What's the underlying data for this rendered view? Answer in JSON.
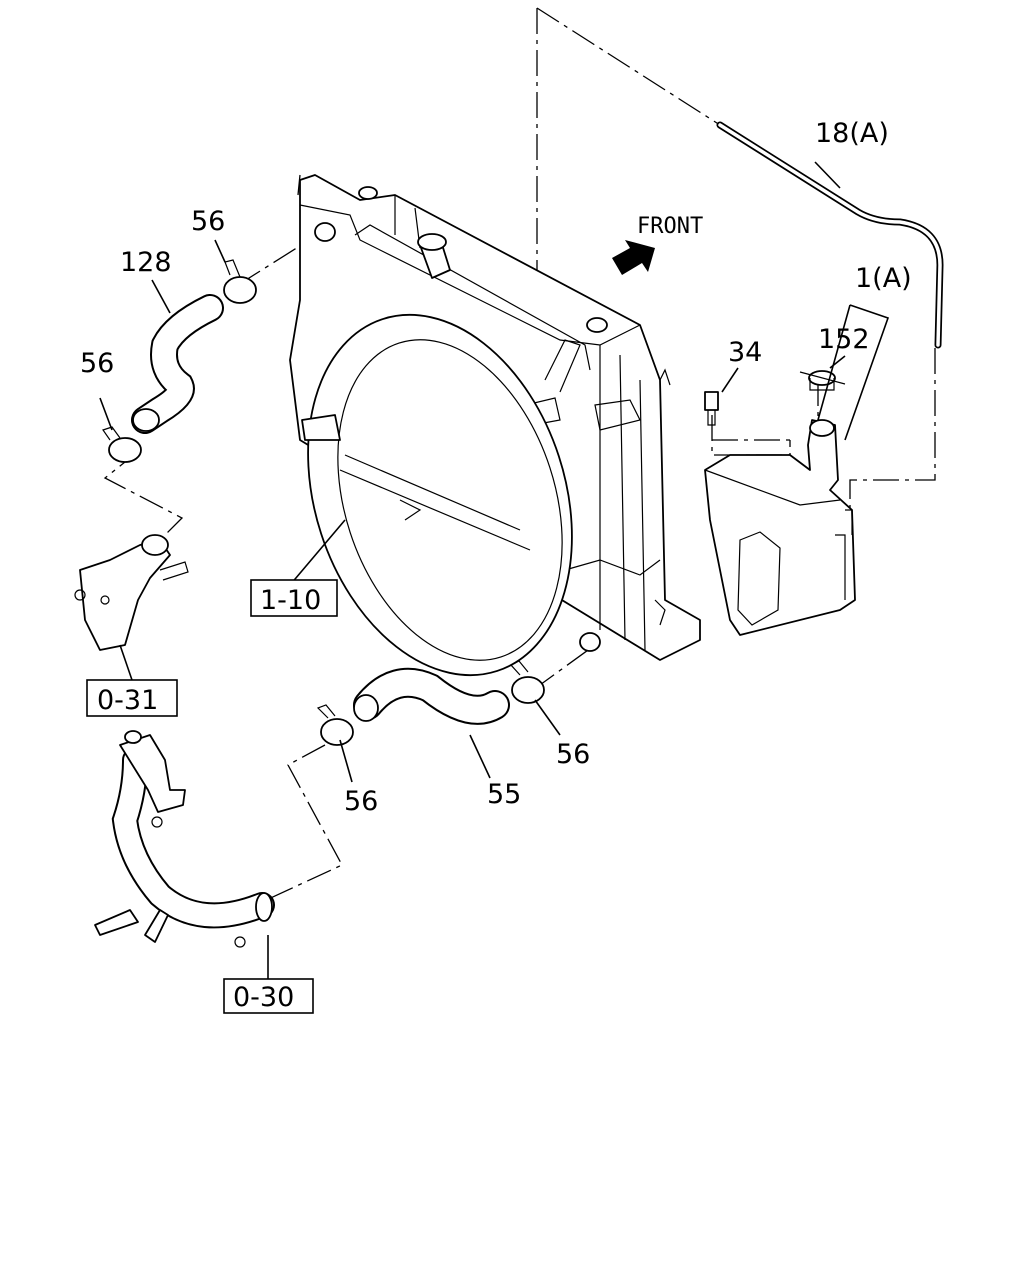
{
  "direction": {
    "text": "FRONT",
    "arrow": "front-arrow-icon"
  },
  "callouts": {
    "c18a": "18(A)",
    "c1a": "1(A)",
    "c152": "152",
    "c34": "34",
    "c128": "128",
    "c56_top": "56",
    "c56_left": "56",
    "c56_mid": "56",
    "c56_right": "56",
    "c55": "55"
  },
  "references": {
    "r1_10": "1-10",
    "r0_31": "0-31",
    "r0_30": "0-30"
  }
}
